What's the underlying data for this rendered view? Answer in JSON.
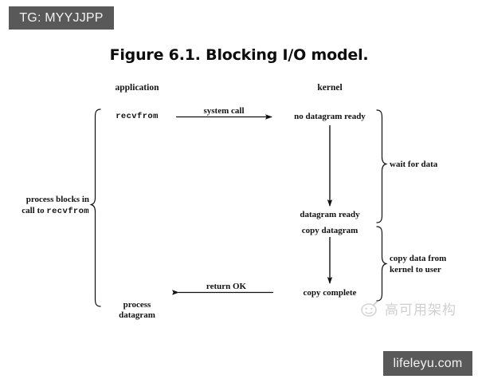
{
  "overlay": {
    "tg_badge": "TG: MYYJJPP",
    "site_badge": "lifeleyu.com"
  },
  "figure": {
    "title": "Figure 6.1. Blocking I/O model.",
    "columns": {
      "left_header": "application",
      "right_header": "kernel"
    },
    "nodes": {
      "application_call": "recvfrom",
      "kernel_no_datagram": "no datagram ready",
      "kernel_datagram_ready": "datagram ready",
      "kernel_copy_datagram": "copy datagram",
      "kernel_copy_complete": "copy complete",
      "application_return_line1": "process",
      "application_return_line2": "datagram"
    },
    "arrows": {
      "system_call": "system call",
      "return_ok": "return OK"
    },
    "brackets": {
      "process_blocks_line1": "process blocks in",
      "process_blocks_line2_prefix": "call to ",
      "process_blocks_line2_mono": "recvfrom",
      "wait_for_data": "wait for data",
      "copy_data_line1": "copy data from",
      "copy_data_line2": "kernel to user"
    }
  },
  "watermark": {
    "text": "高可用架构",
    "icon": "smiley-face-icon"
  },
  "colors": {
    "badge_background": "#595959",
    "badge_text": "#f2f2f2",
    "ink": "#121212",
    "page_background": "#ffffff",
    "watermark": "#8e8e8e"
  }
}
